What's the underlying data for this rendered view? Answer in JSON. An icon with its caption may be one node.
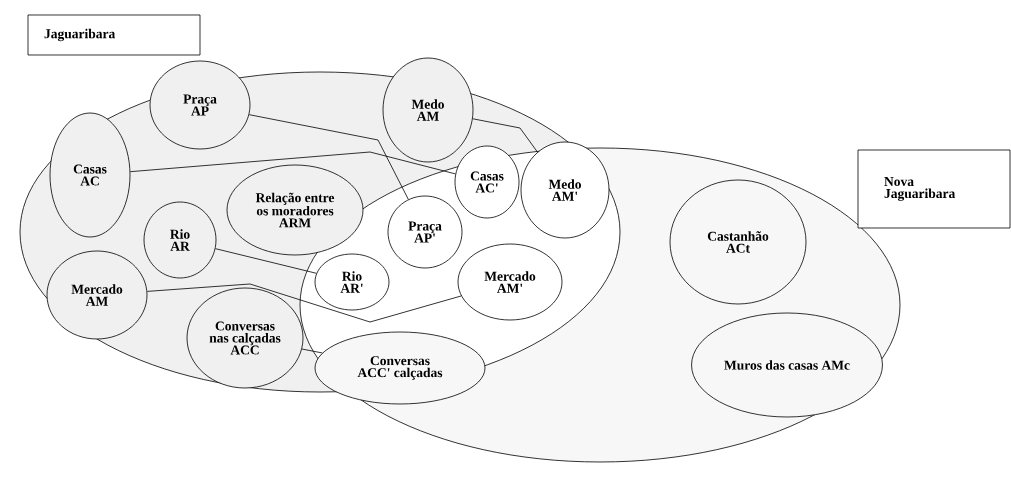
{
  "diagram": {
    "nodes": [
      {
        "text": [
          "Jaguaribara"
        ]
      },
      {
        "text": [
          "Nova Jaguaribara"
        ]
      },
      {
        "text": [],
        "shape": "ellipse"
      },
      {
        "text": [],
        "shape": "ellipse"
      },
      {
        "text": [
          "Praça AP"
        ],
        "in": 2
      },
      {
        "text": [
          "Medo AM"
        ],
        "in": 2
      },
      {
        "text": [
          "Casas AC"
        ],
        "in": 2
      },
      {
        "text": [
          "Relação entre os moradores ARM"
        ],
        "in": 2
      },
      {
        "text": [
          "Rio AR"
        ],
        "in": 2
      },
      {
        "text": [
          "Mercado AM"
        ],
        "in": 2
      },
      {
        "text": [
          "Conversas nas calçadas ACC"
        ],
        "in": 2
      },
      {
        "text": [
          "Casas AC'"
        ]
      },
      {
        "text": [
          "Medo AM'"
        ]
      },
      {
        "text": [
          "Praça AP'"
        ]
      },
      {
        "text": [
          "Rio AR'"
        ]
      },
      {
        "text": [
          "Mercado AM'"
        ]
      },
      {
        "text": [
          "Conversas ACC' calçadas"
        ],
        "in": 3
      },
      {
        "text": [
          "Castanhão ACt"
        ],
        "in": 3
      },
      {
        "text": [
          "Muros das casas AMc"
        ],
        "in": 3
      }
    ],
    "edges": [
      {
        "from": 4,
        "to": 13,
        "arrow": "none"
      },
      {
        "from": 5,
        "to": 12,
        "arrow": "none"
      },
      {
        "from": 6,
        "to": 11,
        "arrow": "none"
      },
      {
        "from": 8,
        "to": 14,
        "arrow": "none"
      },
      {
        "from": 9,
        "to": 15,
        "arrow": "none"
      },
      {
        "from": 10,
        "to": 16,
        "arrow": "none"
      }
    ]
  }
}
